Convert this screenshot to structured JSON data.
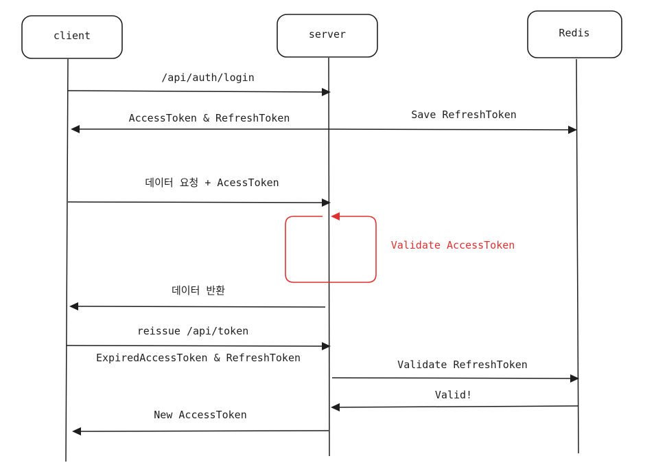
{
  "participants": {
    "client": "client",
    "server": "server",
    "redis": "Redis"
  },
  "messages": {
    "login": "/api/auth/login",
    "tokens_to_client": "AccessToken & RefreshToken",
    "save_refresh": "Save RefreshToken",
    "data_request": "데이터 요청 + AcessToken",
    "validate_access": "Validate AccessToken",
    "data_return": "데이터 반환",
    "reissue": "reissue /api/token",
    "reissue_payload": "ExpiredAccessToken & RefreshToken",
    "validate_refresh": "Validate RefreshToken",
    "valid": "Valid!",
    "new_access": "New AccessToken"
  },
  "colors": {
    "stroke": "#1e1e1e",
    "highlight": "#e03131",
    "background": "#ffffff"
  }
}
